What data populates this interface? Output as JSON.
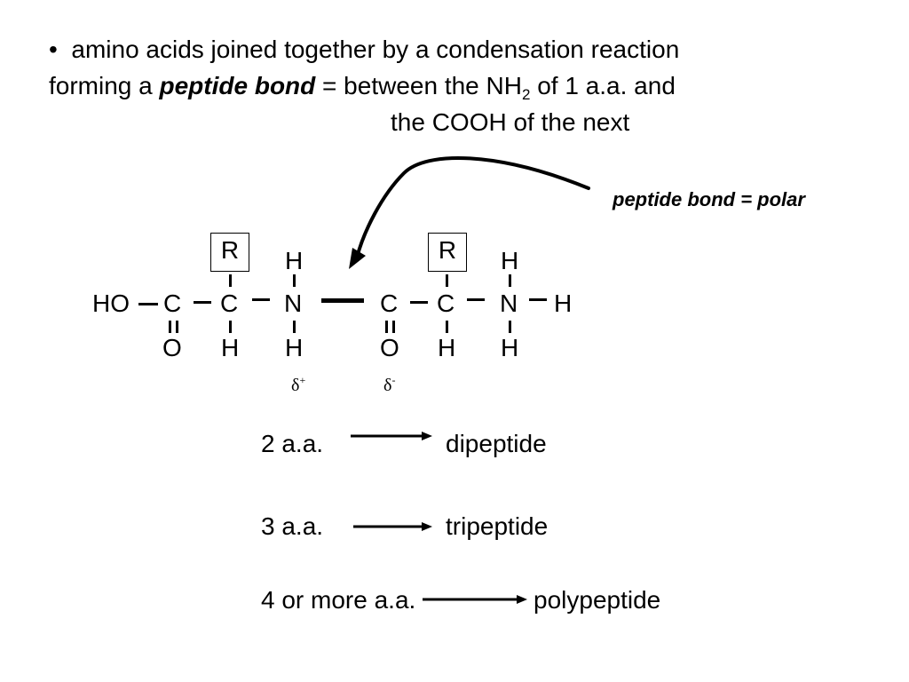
{
  "intro": {
    "bullet": "•",
    "line1": "amino acids joined together by a condensation reaction",
    "line2_prefix": "forming a ",
    "line2_bold": "peptide bond",
    "line2_mid": " = between the NH",
    "line2_sub": "2",
    "line2_suffix": " of 1 a.a. and",
    "line3": "the COOH of the next"
  },
  "callout": "peptide bond = polar",
  "structure": {
    "ho": "HO",
    "c1": "C",
    "o1": "O",
    "c2": "C",
    "r1": "R",
    "h_c2_bottom": "H",
    "n1": "N",
    "h_n1_top": "H",
    "h_n1_bottom": "H",
    "c3": "C",
    "o2": "O",
    "c4": "C",
    "r2": "R",
    "h_c4_bottom": "H",
    "n2": "N",
    "h_n2_top": "H",
    "h_n2_bottom": "H",
    "h_n2_right": "H"
  },
  "charges": {
    "plus_symbol": "δ",
    "plus_sign": "+",
    "minus_symbol": "δ",
    "minus_sign": "-"
  },
  "reactions": [
    {
      "left": "2 a.a.",
      "right": "dipeptide"
    },
    {
      "left": "3 a.a.",
      "right": "tripeptide"
    },
    {
      "left": "4 or more a.a.",
      "right": "polypeptide"
    }
  ]
}
